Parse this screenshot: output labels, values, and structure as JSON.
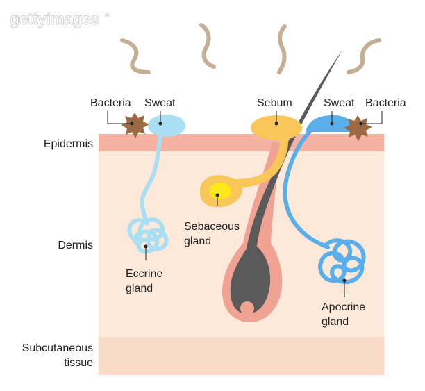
{
  "watermark": "gettyimages",
  "watermark_mark": "®",
  "layers": {
    "epidermis": "Epidermis",
    "dermis": "Dermis",
    "subcutaneous_line1": "Subcutaneous",
    "subcutaneous_line2": "tissue"
  },
  "labels": {
    "bacteria_left": "Bacteria",
    "sweat_left": "Sweat",
    "sebum": "Sebum",
    "sweat_right": "Sweat",
    "bacteria_right": "Bacteria",
    "sebaceous_line1": "Sebaceous",
    "sebaceous_line2": "gland",
    "eccrine_line1": "Eccrine",
    "eccrine_line2": "gland",
    "apocrine_line1": "Apocrine",
    "apocrine_line2": "gland"
  },
  "colors": {
    "epidermis": "#f4b3a2",
    "dermis": "#fce9da",
    "subcutaneous": "#f9d9c7",
    "eccrine": "#a9def3",
    "apocrine": "#5aaeea",
    "sebum": "#f9c65a",
    "sebum_core": "#ffe81a",
    "hair": "#5a5a5a",
    "follicle": "#f0a392",
    "bacteria": "#9b6a45",
    "odor": "#c4ae95"
  }
}
